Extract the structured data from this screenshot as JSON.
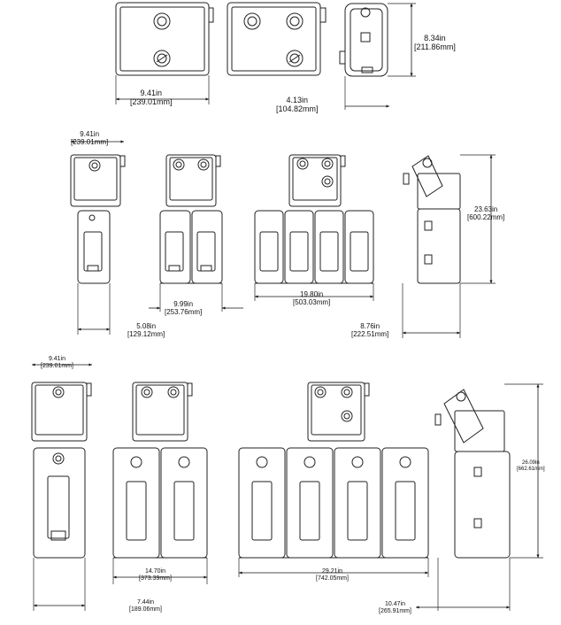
{
  "dimensions": {
    "top_width": {
      "inches": "9.41in",
      "mm": "[239.01mm]"
    },
    "top_depth": {
      "inches": "4.13in",
      "mm": "[104.82mm]"
    },
    "top_height": {
      "inches": "8.34in",
      "mm": "[211.86mm]"
    },
    "mid_top_width": {
      "inches": "9.41in",
      "mm": "[239.01mm]"
    },
    "mid_single_width": {
      "inches": "5.08in",
      "mm": "[129.12mm]"
    },
    "mid_double_width": {
      "inches": "9.99in",
      "mm": "[253.76mm]"
    },
    "mid_quad_width": {
      "inches": "19.80in",
      "mm": "[503.03mm]"
    },
    "mid_height": {
      "inches": "23.63in",
      "mm": "[600.22mm]"
    },
    "mid_depth": {
      "inches": "8.76in",
      "mm": "[222.51mm]"
    },
    "bot_top_width": {
      "inches": "9.41in",
      "mm": "[239.01mm]"
    },
    "bot_single_width": {
      "inches": "7.44in",
      "mm": "[189.06mm]"
    },
    "bot_double_width": {
      "inches": "14.70in",
      "mm": "[373.39mm]"
    },
    "bot_quad_width": {
      "inches": "29.21in",
      "mm": "[742.05mm]"
    },
    "bot_height": {
      "inches": "26.09in",
      "mm": "[662.61mm]"
    },
    "bot_depth": {
      "inches": "10.47in",
      "mm": "[265.91mm]"
    }
  }
}
